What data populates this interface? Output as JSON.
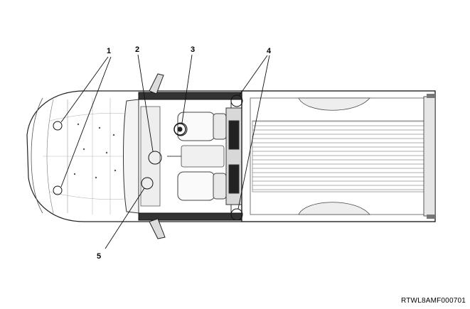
{
  "callouts": {
    "c1": "1",
    "c2": "2",
    "c3": "3",
    "c4": "4",
    "c5": "5"
  },
  "figure_id": "RTWL8AMF000701"
}
